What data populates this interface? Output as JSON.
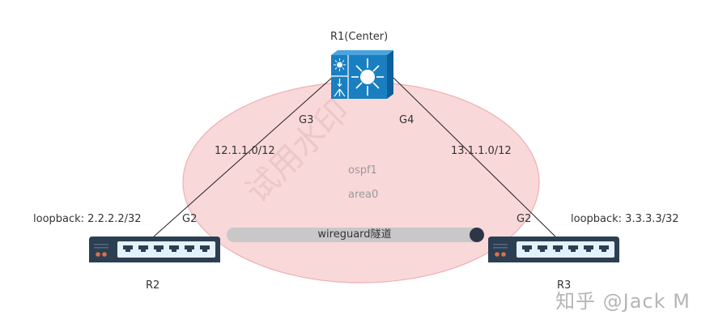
{
  "diagram": {
    "ospf_area": {
      "process": "ospf1",
      "area": "area0",
      "fill": "#f9d8da",
      "stroke": "#eeb0b4"
    },
    "nodes": {
      "r1": {
        "label": "R1(Center)",
        "type": "layer3-switch",
        "color": "#1a7fc1"
      },
      "r2": {
        "label": "R2",
        "type": "switch",
        "loopback": "loopback:  2.2.2.2/32",
        "color": "#2c3e52"
      },
      "r3": {
        "label": "R3",
        "type": "switch",
        "loopback": "loopback:  3.3.3.3/32",
        "color": "#2c3e52"
      }
    },
    "links": [
      {
        "from": "r1",
        "to": "r2",
        "from_if": "G3",
        "to_if": "G2",
        "subnet": "12.1.1.0/12"
      },
      {
        "from": "r1",
        "to": "r3",
        "from_if": "G4",
        "to_if": "G2",
        "subnet": "13.1.1.0/12"
      }
    ],
    "tunnel": {
      "label": "wireguard隧道",
      "color": "#c8c8c8",
      "end_color": "#2e3547"
    },
    "watermarks": {
      "trial": "试用水印",
      "zhihu": "知乎 @Jack M"
    }
  }
}
